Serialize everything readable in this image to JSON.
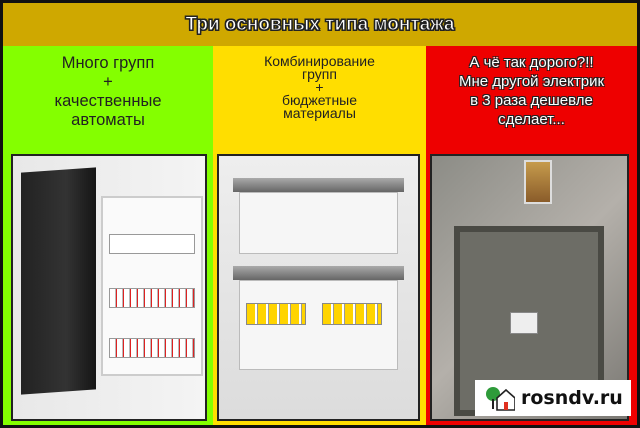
{
  "header": {
    "title": "Три основных типа монтажа"
  },
  "columns": [
    {
      "lines": [
        "Много групп",
        "+",
        "качественные",
        "автоматы"
      ],
      "color": "#84ff00"
    },
    {
      "lines": [
        "Комбинирование",
        "групп",
        "+",
        "бюджетные",
        "материалы"
      ],
      "color": "#ffde00"
    },
    {
      "lines": [
        "А чё так дорого?!!",
        "Мне другой электрик",
        "в 3 раза дешевле",
        "сделает..."
      ],
      "color": "#ee0000"
    }
  ],
  "watermark": {
    "text": "rosndv.ru",
    "icon": "house-tree-icon"
  }
}
